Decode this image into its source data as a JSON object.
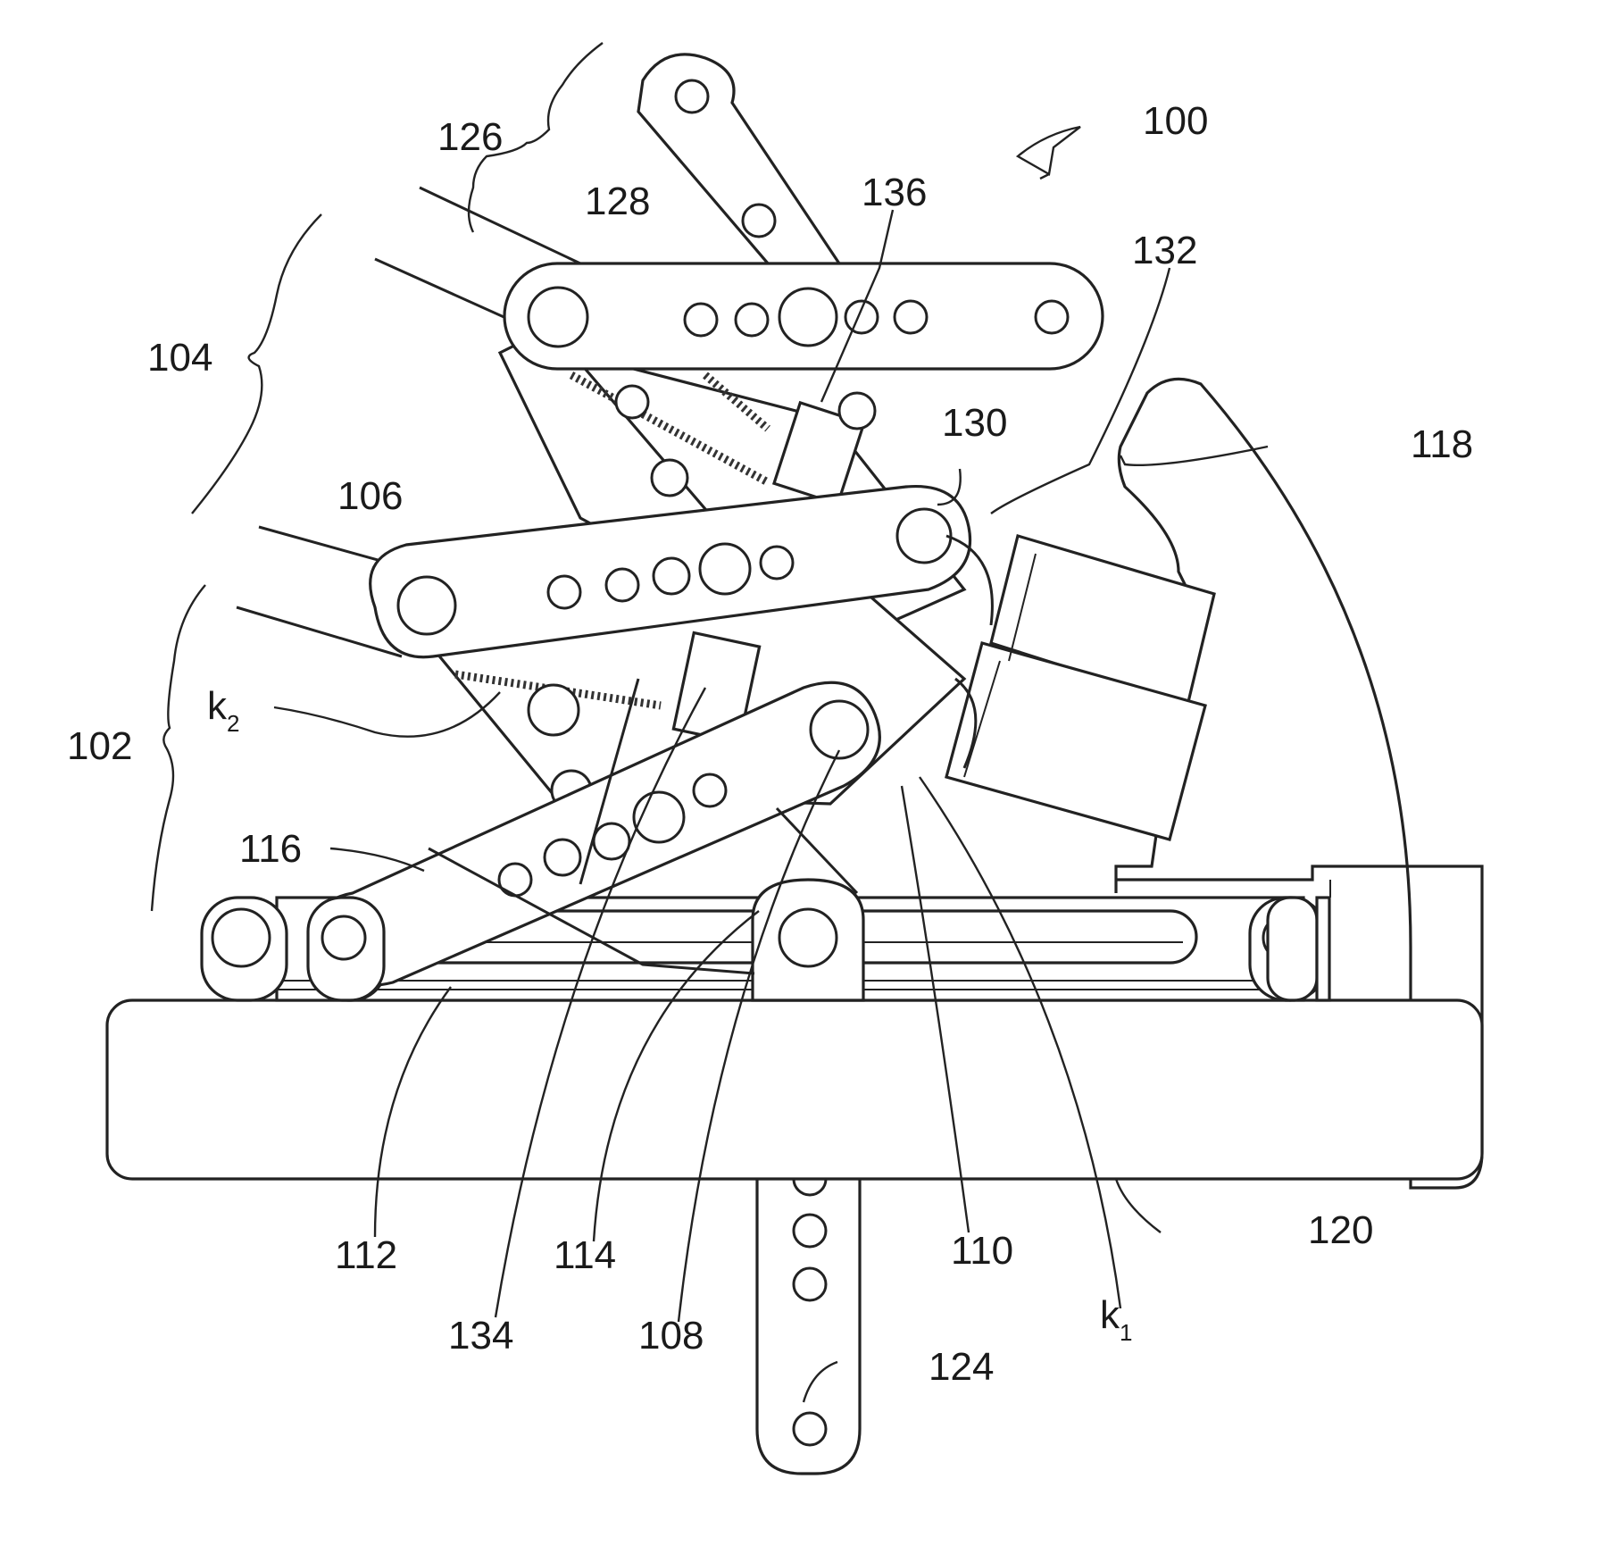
{
  "labels": {
    "l100": "100",
    "l102": "102",
    "l104": "104",
    "l106": "106",
    "l108": "108",
    "l110": "110",
    "l112": "112",
    "l114": "114",
    "l116": "116",
    "l118": "118",
    "l120": "120",
    "l124": "124",
    "l126": "126",
    "l128": "128",
    "l130": "130",
    "l132": "132",
    "l134": "134",
    "l136": "136",
    "k1_main": "k",
    "k1_sub": "1",
    "k2_main": "k",
    "k2_sub": "2"
  },
  "colors": {
    "ink": "#222222",
    "paper": "#ffffff"
  }
}
